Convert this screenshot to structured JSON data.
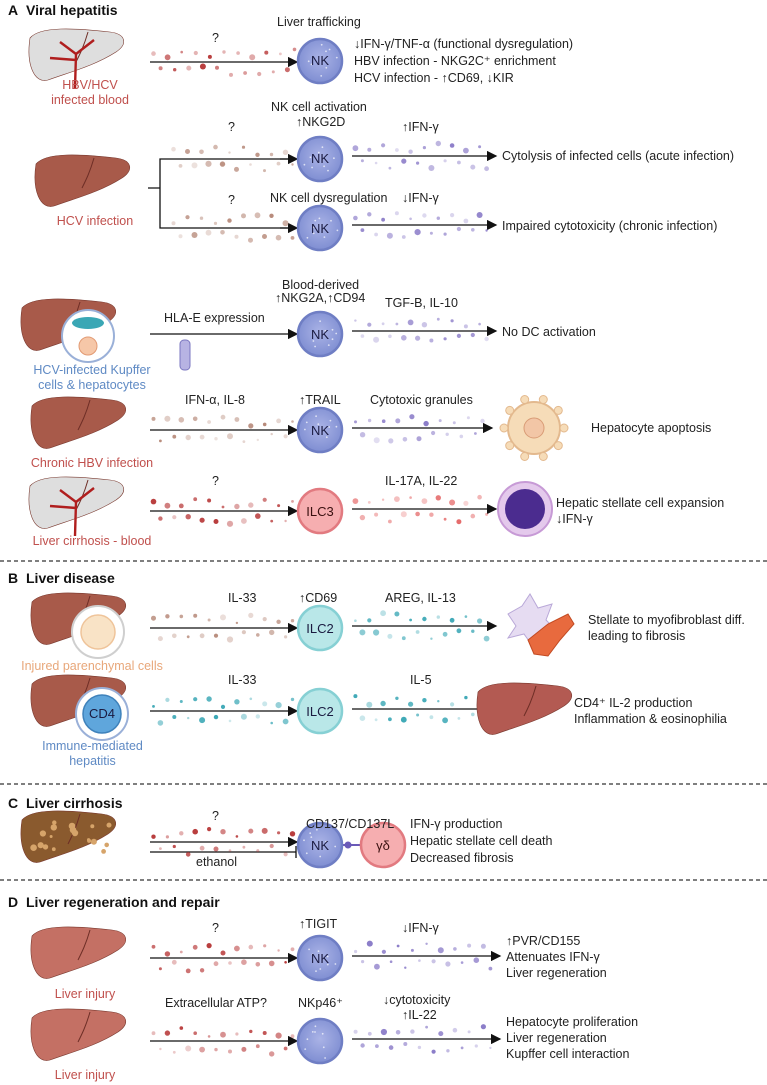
{
  "sections": [
    {
      "letter": "A",
      "title": "Viral hepatitis"
    },
    {
      "letter": "B",
      "title": "Liver disease"
    },
    {
      "letter": "C",
      "title": "Liver cirrhosis"
    },
    {
      "letter": "D",
      "title": "Liver regeneration and repair"
    }
  ],
  "cells": {
    "nk": "NK",
    "ilc3": "ILC3",
    "ilc2": "ILC2",
    "gd": "γδ",
    "cd4": "CD4"
  },
  "q": "?",
  "rows": {
    "a1": {
      "caption": [
        "HBV/HCV",
        "infected blood"
      ],
      "top": "Liver trafficking",
      "out": [
        "↓IFN-γ/TNF-α (functional dysregulation)",
        "HBV infection - NKG2C⁺ enrichment",
        "HCV infection - ↑CD69, ↓KIR"
      ]
    },
    "a2": {
      "caption": "HCV infection",
      "top1": "NK cell activation",
      "top2": "↑NKG2D",
      "mid": "↑IFN-γ",
      "out": "Cytolysis of infected cells (acute infection)"
    },
    "a3": {
      "top": "NK cell dysregulation",
      "mid": "↓IFN-γ",
      "out": "Impaired cytotoxicity (chronic infection)"
    },
    "a4": {
      "caption": [
        "HCV-infected Kupffer",
        "cells & hepatocytes"
      ],
      "left": "HLA-E expression",
      "top1": "Blood-derived",
      "top2": "↑NKG2A,↑CD94",
      "mid": "TGF-B, IL-10",
      "out": "No DC activation"
    },
    "a5": {
      "caption": "Chronic HBV infection",
      "left": "IFN-α, IL-8",
      "top": "↑TRAIL",
      "mid": "Cytotoxic granules",
      "out": "Hepatocyte apoptosis"
    },
    "a6": {
      "caption": "Liver cirrhosis - blood",
      "mid": "IL-17A, IL-22",
      "out": [
        "Hepatic stellate cell expansion",
        "↓IFN-γ"
      ]
    },
    "b1": {
      "caption": "Injured parenchymal cells",
      "left": "IL-33",
      "top": "↑CD69",
      "mid": "AREG, IL-13",
      "out": [
        "Stellate to myofibroblast diff.",
        "leading to fibrosis"
      ]
    },
    "b2": {
      "caption": [
        "Immune-mediated",
        "hepatitis"
      ],
      "left": "IL-33",
      "mid": "IL-5",
      "out": [
        "CD4⁺ IL-2 production",
        "Inflammation & eosinophilia"
      ]
    },
    "c1": {
      "top": "CD137/CD137L",
      "inhib": "ethanol",
      "out": [
        "IFN-γ production",
        "Hepatic stellate cell death",
        "Decreased fibrosis"
      ]
    },
    "d1": {
      "caption": "Liver injury",
      "top": "↑TIGIT",
      "mid": "↓IFN-γ",
      "out": [
        "↑PVR/CD155",
        "Attenuates IFN-γ",
        "Liver regeneration"
      ]
    },
    "d2": {
      "caption": "Liver injury",
      "left": "Extracellular ATP?",
      "top": "NKp46⁺",
      "mid1": "↓cytotoxicity",
      "mid2": "↑IL-22",
      "out": [
        "Hepatocyte proliferation",
        "Liver regeneration",
        "Kupffer cell interaction"
      ]
    }
  },
  "colors": {
    "nk": "#8e9bd9",
    "ilc3": "#f4a5a5",
    "ilc2": "#a8dfe0",
    "liver": "#a85a4a",
    "liver_grey": "#dedede",
    "red_dot": "#b83a3a",
    "purple_dot": "#8b7cc8",
    "tan_dot": "#b78a7a",
    "teal_dot": "#3aa7b5"
  }
}
